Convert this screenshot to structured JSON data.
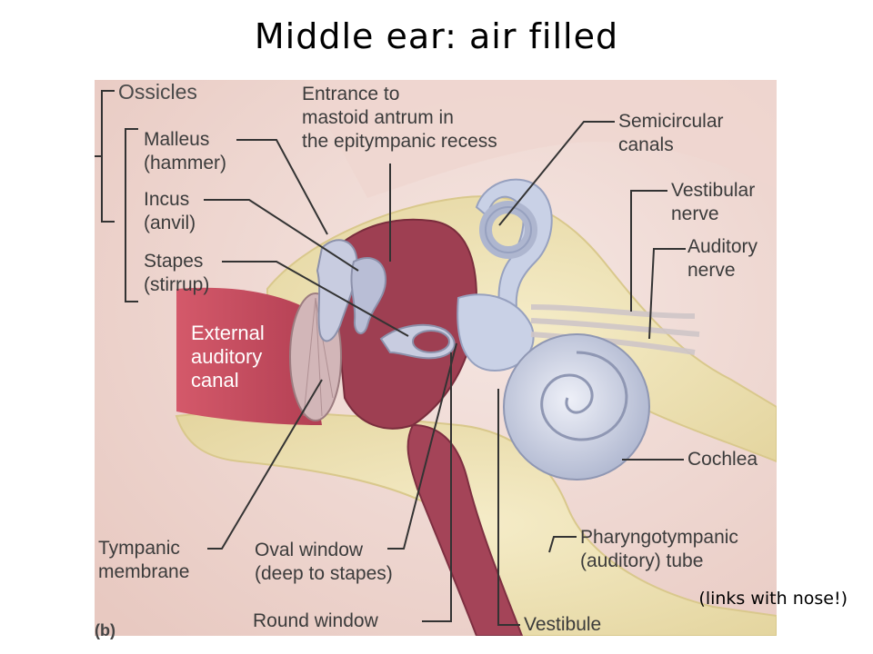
{
  "title": "Middle ear: air filled",
  "labels": {
    "ossicles": "Ossicles",
    "malleus": "Malleus",
    "malleus_common": "(hammer)",
    "incus": "Incus",
    "incus_common": "(anvil)",
    "stapes": "Stapes",
    "stapes_common": "(stirrup)",
    "entrance_1": "Entrance to",
    "entrance_2": "mastoid antrum in",
    "entrance_3": "the epitympanic recess",
    "semicircular_1": "Semicircular",
    "semicircular_2": "canals",
    "vestibular_1": "Vestibular",
    "vestibular_2": "nerve",
    "auditory_1": "Auditory",
    "auditory_2": "nerve",
    "external_1": "External",
    "external_2": "auditory",
    "external_3": "canal",
    "cochlea": "Cochlea",
    "tympanic_1": "Tympanic",
    "tympanic_2": "membrane",
    "oval_1": "Oval window",
    "oval_2": "(deep to stapes)",
    "round": "Round window",
    "vestibule": "Vestibule",
    "pharyngo_1": "Pharyngotympanic",
    "pharyngo_2": "(auditory) tube"
  },
  "panel_label": "(b)",
  "note": "(links with nose!)",
  "colors": {
    "background": "#f2e3dc",
    "bone": "#efe3b8",
    "canal_red": "#c2495a",
    "cavity": "#9e3f52",
    "labyrinth": "#c9d1e6",
    "leader": "#333333"
  }
}
